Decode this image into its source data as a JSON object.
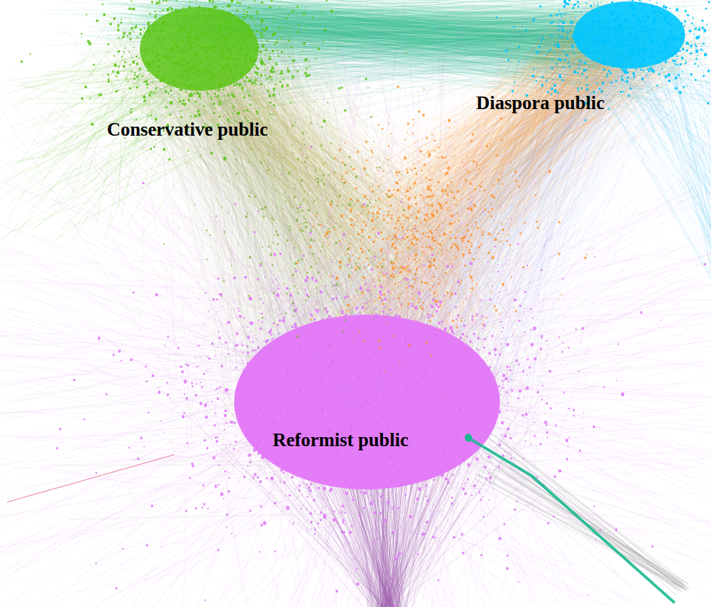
{
  "diagram": {
    "labels": [
      "Conservative public",
      "Diaspora public",
      "Reformist public"
    ]
  }
}
